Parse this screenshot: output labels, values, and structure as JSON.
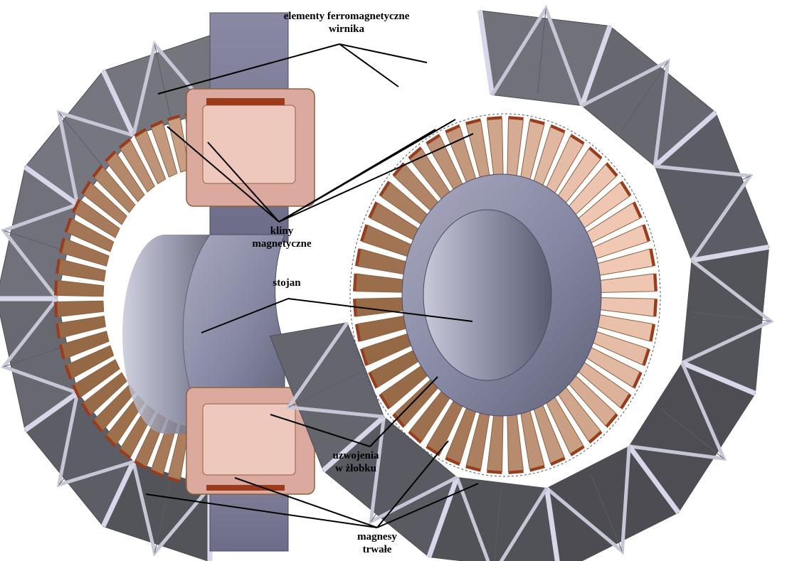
{
  "labels": {
    "rotor_ferro": [
      "elementy ferromagnetyczne",
      "wirnika"
    ],
    "magnetic_wedges": [
      "kliny",
      "magnetyczne"
    ],
    "stator": [
      "stojan"
    ],
    "slot_windings": [
      "uzwojenia",
      "w żłobku"
    ],
    "permanent_magnets": [
      "magnesy",
      "trwałe"
    ]
  },
  "colors": {
    "ferro_segment": "#76757f",
    "ferro_segment_light": "#9a99a6",
    "magnet_strip": "#d6d8ea",
    "stator_core": "#8b8da6",
    "stator_core_light": "#b5b6c8",
    "winding": "#c79a76",
    "winding_light": "#ecc8b4",
    "winding_dark": "#8e6240",
    "wedge": "#9a3c1c",
    "leader_line": "#000000"
  }
}
